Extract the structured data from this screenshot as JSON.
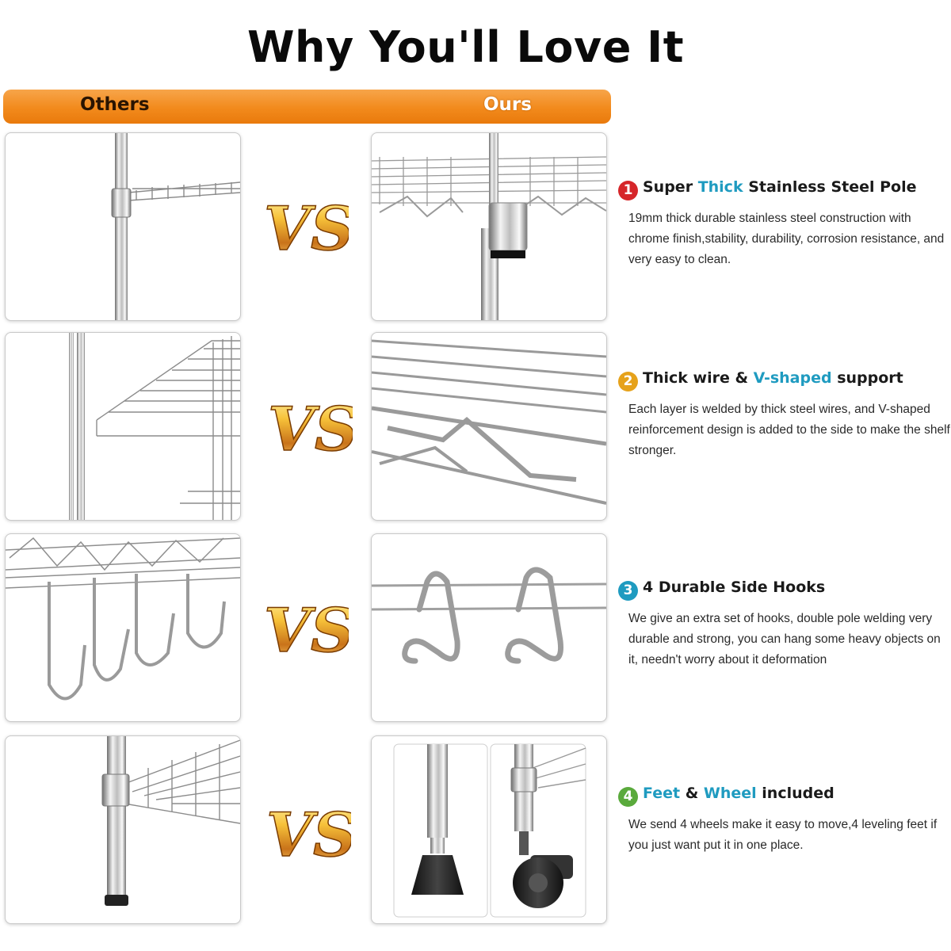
{
  "title": "Why You'll Love It",
  "compare_header": {
    "left": "Others",
    "right": "Ours"
  },
  "vs_label": "VS",
  "colors": {
    "header_orange": "#f28a1c",
    "highlight_blue": "#1f9bc0",
    "badge_1": "#d6262a",
    "badge_2": "#e6a21b",
    "badge_3": "#1f9bc0",
    "badge_4": "#5aaa3c"
  },
  "features": [
    {
      "number": "1",
      "pre": "Super ",
      "highlight": "Thick",
      "mid": " Stainless Steel Pole",
      "highlight2": "",
      "post": "",
      "description": "19mm thick durable stainless steel construction with chrome finish,stability, durability, corrosion resistance, and very easy to clean."
    },
    {
      "number": "2",
      "pre": "Thick wire & ",
      "highlight": "V-shaped",
      "mid": " support",
      "highlight2": "",
      "post": "",
      "description": "Each layer is welded by thick steel wires, and V-shaped reinforcement design is added to the side to make the shelf stronger."
    },
    {
      "number": "3",
      "pre": "4 Durable Side Hooks",
      "highlight": "",
      "mid": "",
      "highlight2": "",
      "post": "",
      "description": "We give an extra set of hooks, double pole welding very durable and strong, you can hang some heavy objects on it, needn't worry about it deformation"
    },
    {
      "number": "4",
      "pre": "",
      "highlight": "Feet",
      "mid": " & ",
      "highlight2": "Wheel",
      "post": " included",
      "description": "We send 4 wheels make it easy to move,4 leveling feet if you just want put it in one place."
    }
  ]
}
